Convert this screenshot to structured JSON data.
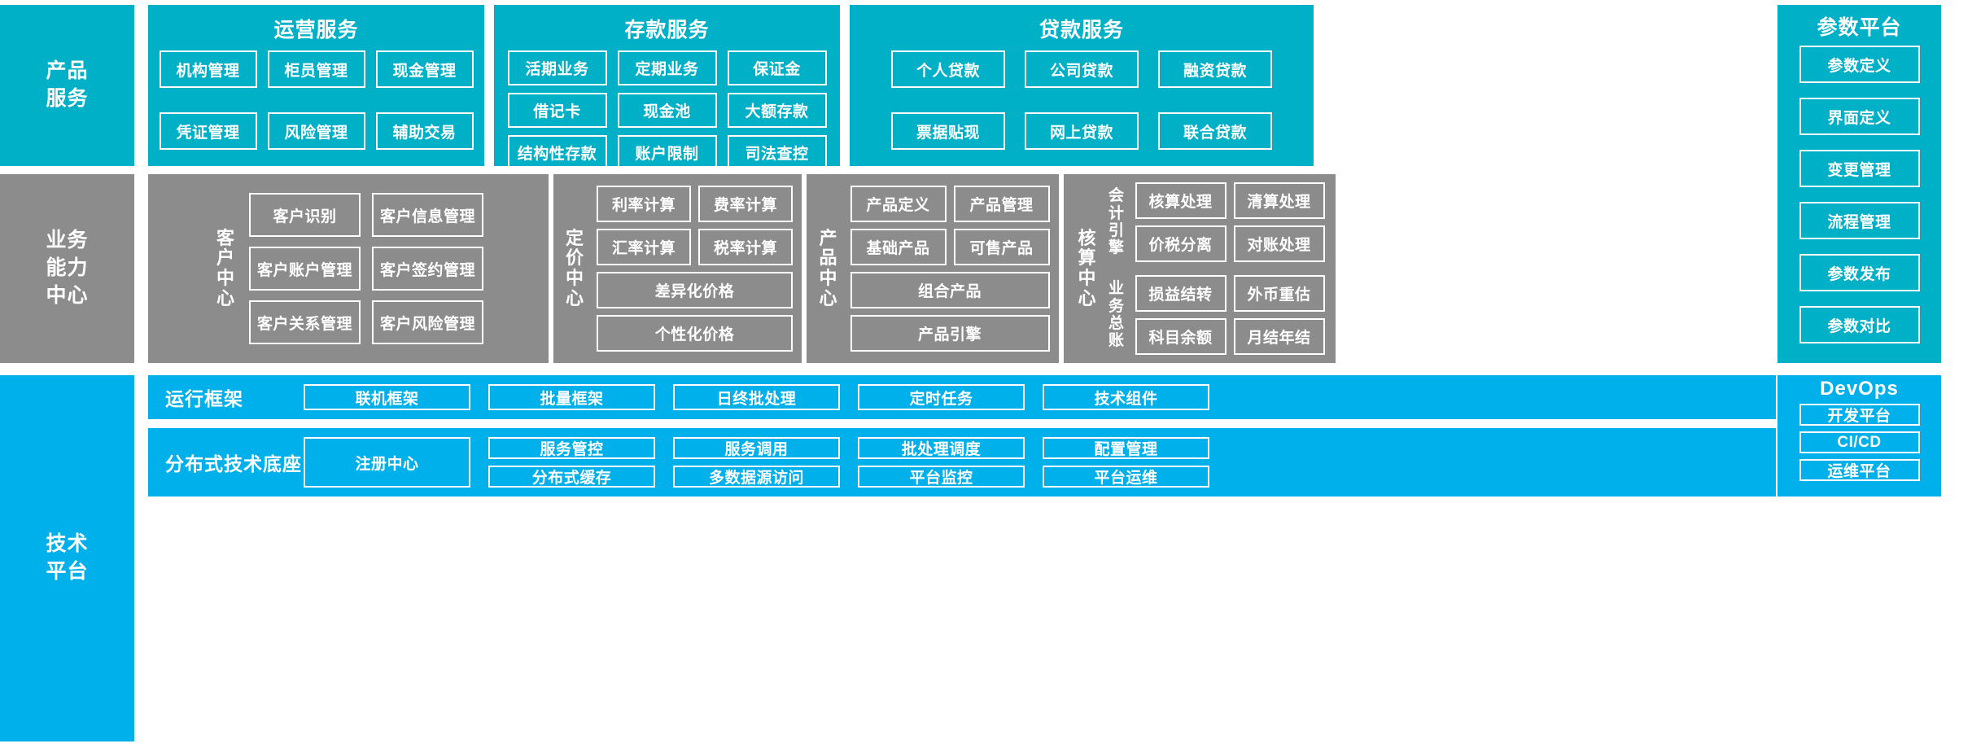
{
  "layers": {
    "product_service": "产品\n服务",
    "business_capability": "业务\n能力\n中心",
    "tech_platform": "技术\n平台"
  },
  "product_service": {
    "groups": [
      {
        "title": "运营服务",
        "boxes": [
          [
            "机构管理",
            "柜员管理",
            "现金管理"
          ],
          [
            "凭证管理",
            "风险管理",
            "辅助交易"
          ]
        ]
      },
      {
        "title": "存款服务",
        "boxes": [
          [
            "活期业务",
            "定期业务",
            "保证金"
          ],
          [
            "借记卡",
            "现金池",
            "大额存款"
          ],
          [
            "结构性存款",
            "账户限制",
            "司法查控"
          ]
        ]
      },
      {
        "title": "贷款服务",
        "boxes": [
          [
            "个人贷款",
            "公司贷款",
            "融资贷款"
          ],
          [
            "票据贴现",
            "网上贷款",
            "联合贷款"
          ]
        ]
      }
    ]
  },
  "parameter_platform": {
    "title": "参数平台",
    "items": [
      "参数定义",
      "界面定义",
      "变更管理",
      "流程管理",
      "参数发布",
      "参数对比"
    ]
  },
  "business_capability": {
    "centers": [
      {
        "name": "客户中心",
        "name_chars": [
          "客",
          "户",
          "中",
          "心"
        ],
        "rows": [
          [
            "客户识别",
            "客户信息管理"
          ],
          [
            "客户账户管理",
            "客户签约管理"
          ],
          [
            "客户关系管理",
            "客户风险管理"
          ]
        ]
      },
      {
        "name": "定价中心",
        "name_chars": [
          "定",
          "价",
          "中",
          "心"
        ],
        "rows": [
          [
            "利率计算",
            "费率计算"
          ],
          [
            "汇率计算",
            "税率计算"
          ]
        ],
        "wide": [
          "差异化价格",
          "个性化价格"
        ]
      },
      {
        "name": "产品中心",
        "name_chars": [
          "产",
          "品",
          "中",
          "心"
        ],
        "rows": [
          [
            "产品定义",
            "产品管理"
          ],
          [
            "基础产品",
            "可售产品"
          ]
        ],
        "wide": [
          "组合产品",
          "产品引擎"
        ]
      },
      {
        "name": "核算中心",
        "name_chars": [
          "核",
          "算",
          "中",
          "心"
        ],
        "sub_groups": [
          {
            "label_chars": [
              "会",
              "计",
              "引",
              "擎"
            ],
            "rows": [
              [
                "核算处理",
                "清算处理"
              ],
              [
                "价税分离",
                "对账处理"
              ]
            ]
          },
          {
            "label_chars": [
              "业",
              "务",
              "总",
              "账"
            ],
            "rows": [
              [
                "损益结转",
                "外币重估"
              ],
              [
                "科目余额",
                "月结年结"
              ]
            ]
          }
        ]
      }
    ]
  },
  "tech_platform": {
    "rows": [
      {
        "label": "运行框架",
        "single": [
          "联机框架",
          "批量框架",
          "日终批处理",
          "定时任务",
          "技术组件"
        ]
      },
      {
        "label": "分布式技术底座",
        "first": "注册中心",
        "pairs": [
          [
            "服务管控",
            "分布式缓存"
          ],
          [
            "服务调用",
            "多数据源访问"
          ],
          [
            "批处理调度",
            "平台监控"
          ],
          [
            "配置管理",
            "平台运维"
          ]
        ]
      }
    ]
  },
  "devops": {
    "title": "DevOps",
    "items": [
      "开发平台",
      "CI/CD",
      "运维平台"
    ]
  },
  "colors": {
    "teal": "#00b0c7",
    "gray": "#8c8c8c",
    "blue": "#00b0ea",
    "box_border": "#ffffff",
    "text": "#ffffff"
  }
}
